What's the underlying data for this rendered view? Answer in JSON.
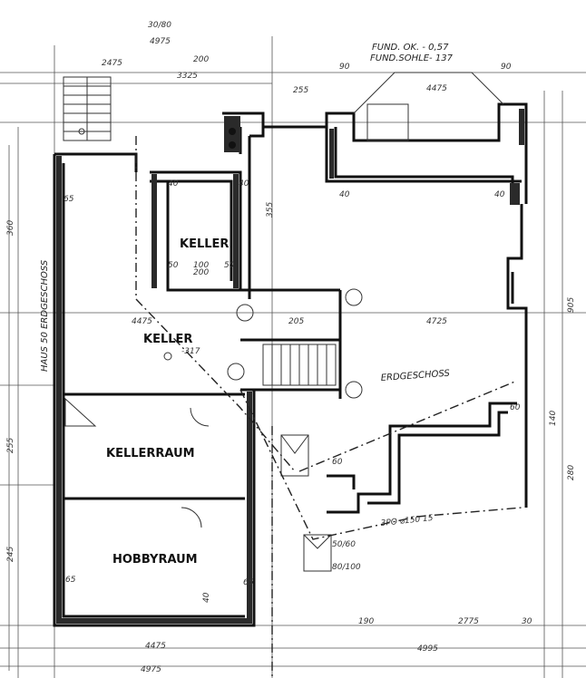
{
  "rooms": {
    "keller_upper": "KELLER",
    "keller_mid": "KELLER",
    "kellerraum": "KELLERRAUM",
    "hobbyraum": "HOBBYRAUM"
  },
  "notes": {
    "fund_ok": "FUND. OK. - 0,57",
    "fund_sohle": "FUND.SOHLE- 137",
    "erdgeschoss": "ERDGESCHOSS",
    "haus_erdgeschoss": "HAUS 50 ERDGESCHOSS",
    "ausbau": "3PO ⌀150 15",
    "oben_30_80": "30/80",
    "size_50_60": "50/60",
    "size_80_100": "80/100",
    "level_317": "-317"
  },
  "dims": {
    "top_4975": "4975",
    "top_2475": "2475",
    "top_200": "200",
    "top_3325": "3325",
    "top_255": "255",
    "top_4475": "4475",
    "top_90a": "90",
    "top_90b": "90",
    "mid_4475": "4475",
    "mid_205": "205",
    "mid_4725": "4725",
    "mid_40a": "40",
    "mid_40b": "40",
    "mid_65": "65",
    "mid_50a": "50",
    "mid_100": "100",
    "mid_200": "200",
    "mid_50b": "50",
    "mid_355": "355",
    "mid_60a": "60",
    "mid_60b": "60",
    "mid_40c": "40",
    "mid_40d": "40",
    "bot_4475": "4475",
    "bot_4975": "4975",
    "bot_4995": "4995",
    "bot_190": "190",
    "bot_2775": "2775",
    "bot_30": "30",
    "bot_65a": "65",
    "bot_65b": "65",
    "bot_40": "40",
    "right_905": "905",
    "right_140": "140",
    "right_280": "280",
    "left_360": "360",
    "left_245": "245",
    "left_255": "255"
  }
}
